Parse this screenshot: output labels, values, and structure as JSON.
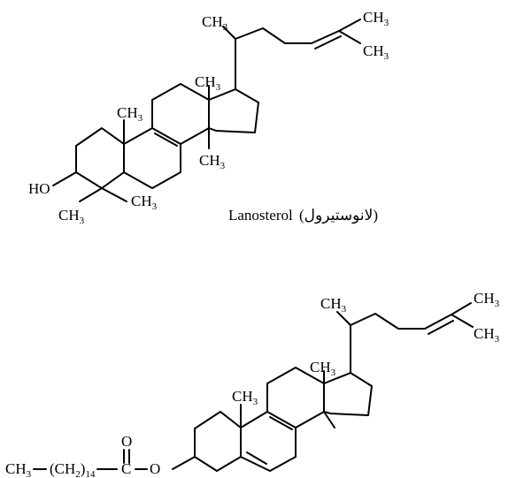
{
  "molecule1": {
    "caption_latin": "Lanosterol",
    "caption_arabic": "(لانوستيرول)",
    "labels": {
      "methyl_side": "CH3",
      "methyl_end_top": "CH3",
      "methyl_end_bottom": "CH3",
      "methyl_c13": "CH3",
      "methyl_c10": "CH3",
      "methyl_c14": "CH3",
      "methyl_c4_a": "CH3",
      "methyl_c4_b": "CH3",
      "hydroxyl": "HO"
    }
  },
  "molecule2": {
    "labels": {
      "methyl_side": "CH3",
      "methyl_end_top": "CH3",
      "methyl_end_bottom": "CH3",
      "methyl_c13": "CH3",
      "methyl_c10": "CH3",
      "ester_oxygen_carbonyl": "O",
      "ester_carbon": "C",
      "ester_oxygen": "O",
      "chain_start": "CH3",
      "chain_unit": "(CH2)14"
    }
  }
}
